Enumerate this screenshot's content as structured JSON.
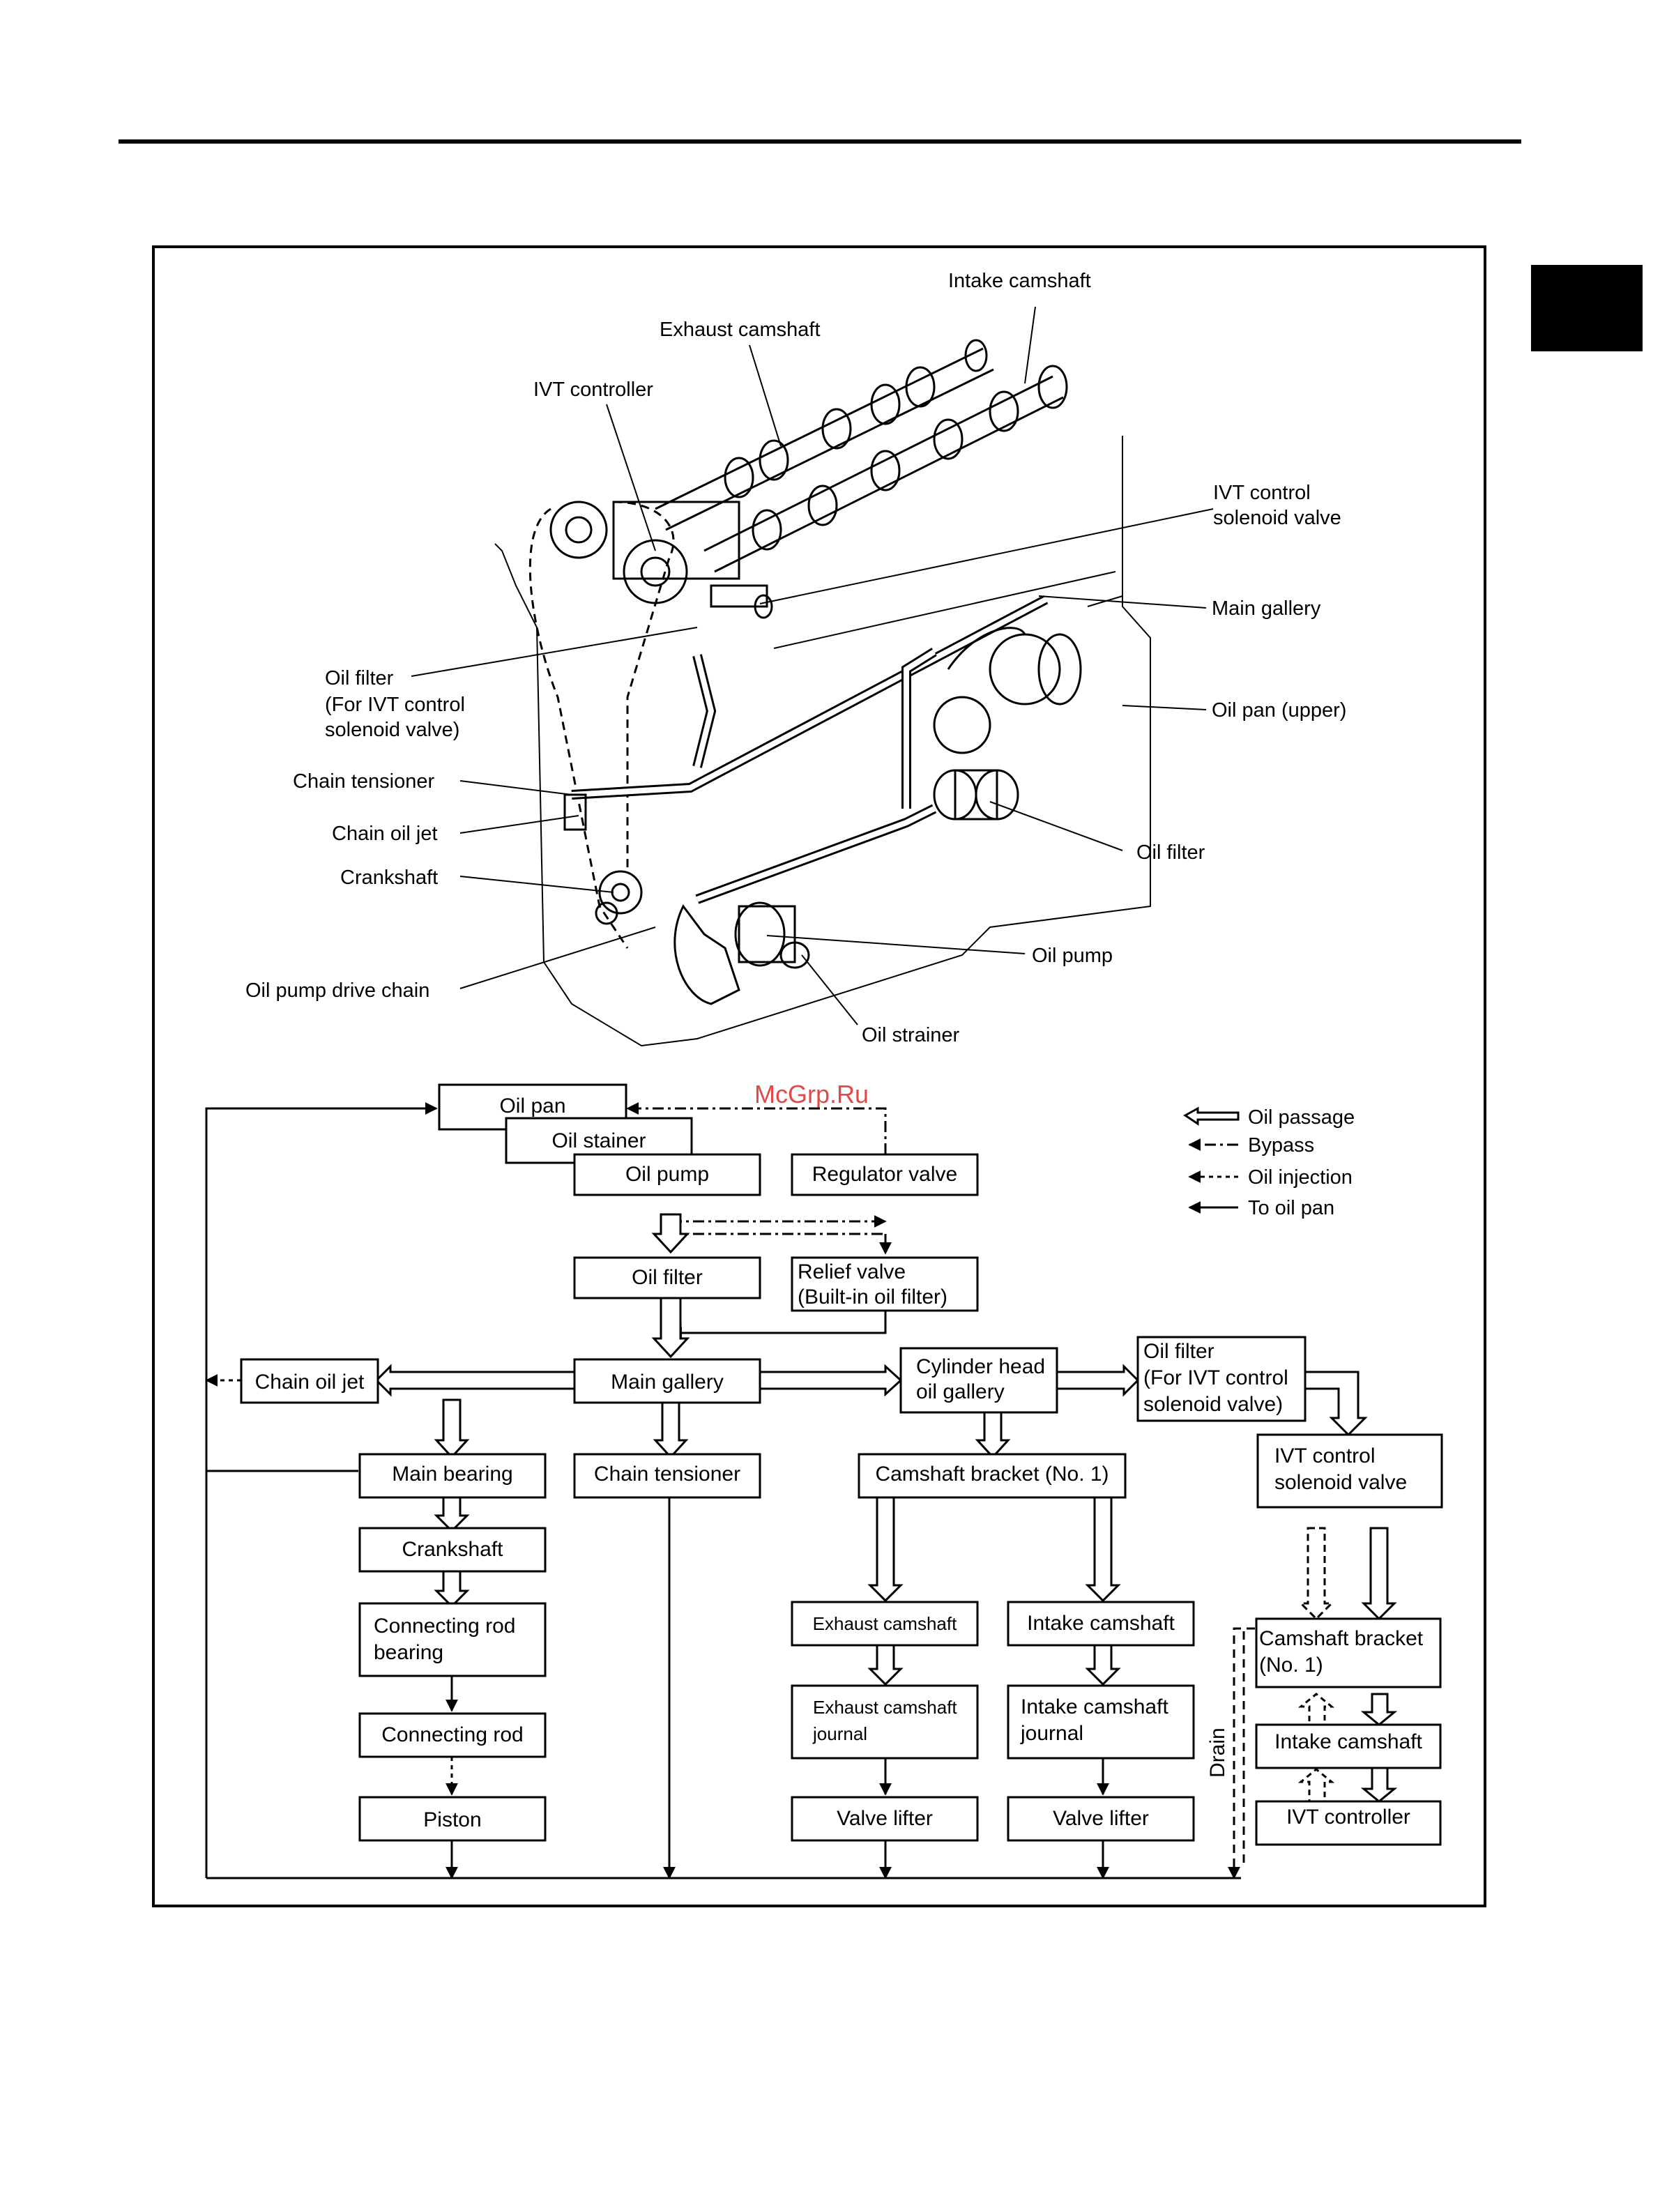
{
  "watermark": "McGrp.Ru",
  "illustration": {
    "callouts": [
      {
        "id": "intake_camshaft",
        "text": "Intake camshaft"
      },
      {
        "id": "exhaust_camshaft",
        "text": "Exhaust camshaft"
      },
      {
        "id": "ivt_controller",
        "text": "IVT controller"
      },
      {
        "id": "ivt_solenoid_1",
        "text": "IVT control"
      },
      {
        "id": "ivt_solenoid_2",
        "text": "solenoid valve"
      },
      {
        "id": "main_gallery",
        "text": "Main gallery"
      },
      {
        "id": "oil_filter_ivt_1",
        "text": "Oil filter"
      },
      {
        "id": "oil_filter_ivt_2",
        "text": "(For IVT control"
      },
      {
        "id": "oil_filter_ivt_3",
        "text": "solenoid valve)"
      },
      {
        "id": "oil_pan_upper",
        "text": "Oil pan (upper)"
      },
      {
        "id": "chain_tensioner",
        "text": "Chain tensioner"
      },
      {
        "id": "chain_oil_jet",
        "text": "Chain oil jet"
      },
      {
        "id": "crankshaft",
        "text": "Crankshaft"
      },
      {
        "id": "oil_filter",
        "text": "Oil filter"
      },
      {
        "id": "oil_pump",
        "text": "Oil pump"
      },
      {
        "id": "oil_pump_drive_chain",
        "text": "Oil pump drive chain"
      },
      {
        "id": "oil_strainer",
        "text": "Oil strainer"
      }
    ]
  },
  "legend": {
    "oil_passage": "Oil passage",
    "bypass": "Bypass",
    "oil_injection": "Oil injection",
    "to_oil_pan": "To oil pan"
  },
  "flow": {
    "oil_pan": "Oil pan",
    "oil_stainer": "Oil stainer",
    "oil_pump": "Oil pump",
    "regulator_valve": "Regulator valve",
    "oil_filter": "Oil filter",
    "relief_valve_1": "Relief valve",
    "relief_valve_2": "(Built-in oil filter)",
    "chain_oil_jet": "Chain oil jet",
    "main_gallery": "Main gallery",
    "cyl_head_1": "Cylinder head",
    "cyl_head_2": "oil gallery",
    "oil_filter_ivt_1": "Oil filter",
    "oil_filter_ivt_2": "(For IVT control",
    "oil_filter_ivt_3": "solenoid valve)",
    "main_bearing": "Main bearing",
    "chain_tensioner": "Chain tensioner",
    "camshaft_bracket_no1": "Camshaft bracket (No. 1)",
    "ivt_solenoid_1": "IVT control",
    "ivt_solenoid_2": "solenoid valve",
    "crankshaft": "Crankshaft",
    "conrod_bearing_1": "Connecting rod",
    "conrod_bearing_2": "bearing",
    "connecting_rod": "Connecting rod",
    "piston": "Piston",
    "exhaust_camshaft": "Exhaust camshaft",
    "intake_camshaft": "Intake camshaft",
    "exhaust_journal_1": "Exhaust camshaft",
    "exhaust_journal_2": "journal",
    "intake_journal_1": "Intake camshaft",
    "intake_journal_2": "journal",
    "valve_lifter_ex": "Valve lifter",
    "valve_lifter_in": "Valve lifter",
    "cam_bracket_r_1": "Camshaft bracket",
    "cam_bracket_r_2": "(No. 1)",
    "intake_camshaft_r": "Intake camshaft",
    "ivt_controller": "IVT controller",
    "drain": "Drain"
  }
}
